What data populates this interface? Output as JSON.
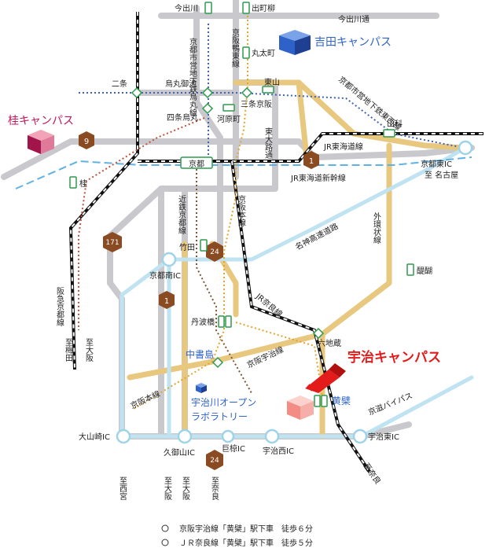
{
  "places": {
    "yoshida": "吉田キャンパス",
    "katsura": "桂キャンパス",
    "uji": "宇治キャンパス",
    "uji_lab_line1": "宇治川オープン",
    "uji_lab_line2": "ラボラトリー"
  },
  "stations": {
    "imadegawa": "今出川",
    "demachiyanagi": "出町柳",
    "marutamachi": "丸太町",
    "nijo": "二条",
    "karasuma_oike": "烏丸御池",
    "higashiyama": "東山",
    "sanjo_keihan": "三条京阪",
    "shijo_karasuma": "四条烏丸",
    "kawaramachi": "河原町",
    "yamashina": "山科",
    "kyoto": "京都",
    "katsura": "桂",
    "takeda": "竹田",
    "daigo": "醍醐",
    "tanbabashi": "丹波橋",
    "chushojima": "中書島",
    "rokujizo": "六地蔵",
    "obaku": "黄檗"
  },
  "lines": {
    "karasuma": "京都市営地下鉄烏丸線",
    "keihan_oto": "京阪鴨東線",
    "tozai": "京都市営地下鉄東西線",
    "jr_tokaido": "JR東海道線",
    "jr_shinkansen": "JR東海道新幹線",
    "kintetsu": "近鉄京都線",
    "keihan_main": "京阪本線",
    "hankyu": "阪急京都線",
    "jr_nara": "JR奈良線",
    "keihan_uji": "京阪宇治線"
  },
  "roads": {
    "imadegawa_dori": "今出川通",
    "higashioji": "東大路通",
    "meishin": "名神高速道路",
    "gaikan": "外環状線",
    "keiji_bypass": "京滋バイパス",
    "r9": "9",
    "r1a": "1",
    "r1b": "1",
    "r171": "171",
    "r24a": "24",
    "r24b": "24"
  },
  "ics": {
    "kyoto_higashi": "京都東IC",
    "kyoto_minami": "京都南IC",
    "oyamazaki": "大山崎IC",
    "kumiyama": "久御山IC",
    "makishima": "巨椋IC",
    "uji_nishi": "宇治西IC",
    "uji_higashi": "宇治東IC"
  },
  "destinations": {
    "nagoya": "至 名古屋",
    "umeda": "至梅田",
    "osaka_left": "至大阪",
    "nishinomiya": "至西宮",
    "osaka_1": "至大阪",
    "osaka_2": "至大阪",
    "nara_1": "至奈良",
    "nara_2": "至奈良"
  },
  "access": [
    "京阪宇治線「黄檗」駅下車　徒歩６分",
    "ＪＲ奈良線「黄檗」駅下車　徒歩５分"
  ],
  "colors": {
    "road_gray": "#c9c9cd",
    "road_yellow": "#e8c77e",
    "expressway": "#bfe3f0",
    "route_badge": "#8a4a22",
    "subway_dot": "#3f64b4",
    "jr": "#111111",
    "keihan_dot": "#e2a52d",
    "hankyu_dot": "#c0523a",
    "kintetsu_dot": "#7a5535",
    "shinkansen": "#5fb2e3",
    "station": "#2e9a4f",
    "yoshida": "#2f62c9",
    "uji": "#e31b1b"
  }
}
